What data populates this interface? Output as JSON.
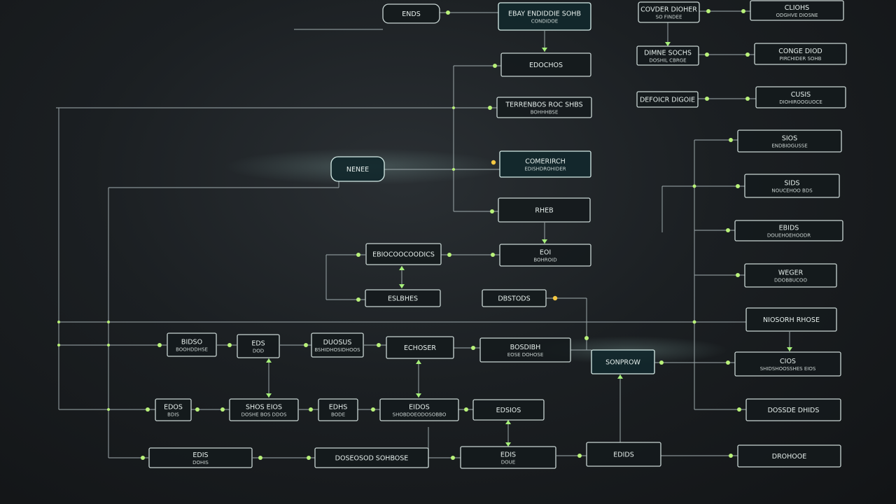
{
  "nodes": [
    {
      "id": "n1",
      "l1": "ENDS",
      "l2": ""
    },
    {
      "id": "n2",
      "l1": "EBAY ENDIDDIE SOHB",
      "l2": "CONDIDOE"
    },
    {
      "id": "n3",
      "l1": "COVDER DIOHER",
      "l2": "SO FINDEE"
    },
    {
      "id": "n4",
      "l1": "CLIOHS",
      "l2": "ODGHVE DIOSNE"
    },
    {
      "id": "n5",
      "l1": "EDOCHOS",
      "l2": ""
    },
    {
      "id": "n6",
      "l1": "DIMNE SOCHS",
      "l2": "DOSHIL CBRGE"
    },
    {
      "id": "n7",
      "l1": "CONGE DIOD",
      "l2": "PIRCHIDER SOHB"
    },
    {
      "id": "n8",
      "l1": "TERRENBOS ROC SHBS",
      "l2": "BOHHHBSE"
    },
    {
      "id": "n9",
      "l1": "DEFOICR DIGOIE",
      "l2": ""
    },
    {
      "id": "n10",
      "l1": "CUSIS",
      "l2": "DIOHIROOGUOCE"
    },
    {
      "id": "n11",
      "l1": "NENEE",
      "l2": ""
    },
    {
      "id": "n12",
      "l1": "COMERIRCH",
      "l2": "EDISHDROHIDER"
    },
    {
      "id": "n13",
      "l1": "SIOS",
      "l2": "ENDBIOGUSSE"
    },
    {
      "id": "n14",
      "l1": "SIDS",
      "l2": "NOUCEHOO BDS"
    },
    {
      "id": "n15",
      "l1": "RHEB",
      "l2": ""
    },
    {
      "id": "n16",
      "l1": "EBIDS",
      "l2": "DOUEHOEHOODR"
    },
    {
      "id": "n17",
      "l1": "EBIOCOOCOODICS",
      "l2": ""
    },
    {
      "id": "n18",
      "l1": "EOI",
      "l2": "BOHROID"
    },
    {
      "id": "n19",
      "l1": "WEGER",
      "l2": "DDOBBUCOO"
    },
    {
      "id": "n20",
      "l1": "ESLBHES",
      "l2": ""
    },
    {
      "id": "n21",
      "l1": "DBSTODS",
      "l2": ""
    },
    {
      "id": "n22",
      "l1": "NIOSORH RHOSE",
      "l2": ""
    },
    {
      "id": "n23",
      "l1": "BIDSO",
      "l2": "BOOHDDHSE"
    },
    {
      "id": "n24",
      "l1": "EDS",
      "l2": "DOD"
    },
    {
      "id": "n25",
      "l1": "DUOSUS",
      "l2": "BSHIDHOSIDHOOS"
    },
    {
      "id": "n26",
      "l1": "ECHOSER",
      "l2": ""
    },
    {
      "id": "n27",
      "l1": "BOSDIBH",
      "l2": "EOSE DOHOSE"
    },
    {
      "id": "n28",
      "l1": "SONPROW",
      "l2": ""
    },
    {
      "id": "n29",
      "l1": "CIOS",
      "l2": "SHIDSHOOSSHES EIOS"
    },
    {
      "id": "n30",
      "l1": "EDOS",
      "l2": "BDIS"
    },
    {
      "id": "n31",
      "l1": "SHOS EIOS",
      "l2": "DOSHE BOS DDOS"
    },
    {
      "id": "n32",
      "l1": "EDHS",
      "l2": "BODE"
    },
    {
      "id": "n33",
      "l1": "EIDOS",
      "l2": "SHOBDOEODOSOBBO"
    },
    {
      "id": "n34",
      "l1": "EDSIOS",
      "l2": ""
    },
    {
      "id": "n35",
      "l1": "DOSSDE DHIDS",
      "l2": ""
    },
    {
      "id": "n36",
      "l1": "EDIS",
      "l2": "DOHIS"
    },
    {
      "id": "n37",
      "l1": "DOSEOSOD SOHBOSE",
      "l2": ""
    },
    {
      "id": "n38",
      "l1": "EDIS",
      "l2": "DOUE"
    },
    {
      "id": "n39",
      "l1": "EDIDS",
      "l2": ""
    },
    {
      "id": "n40",
      "l1": "DROHOOE",
      "l2": ""
    }
  ]
}
